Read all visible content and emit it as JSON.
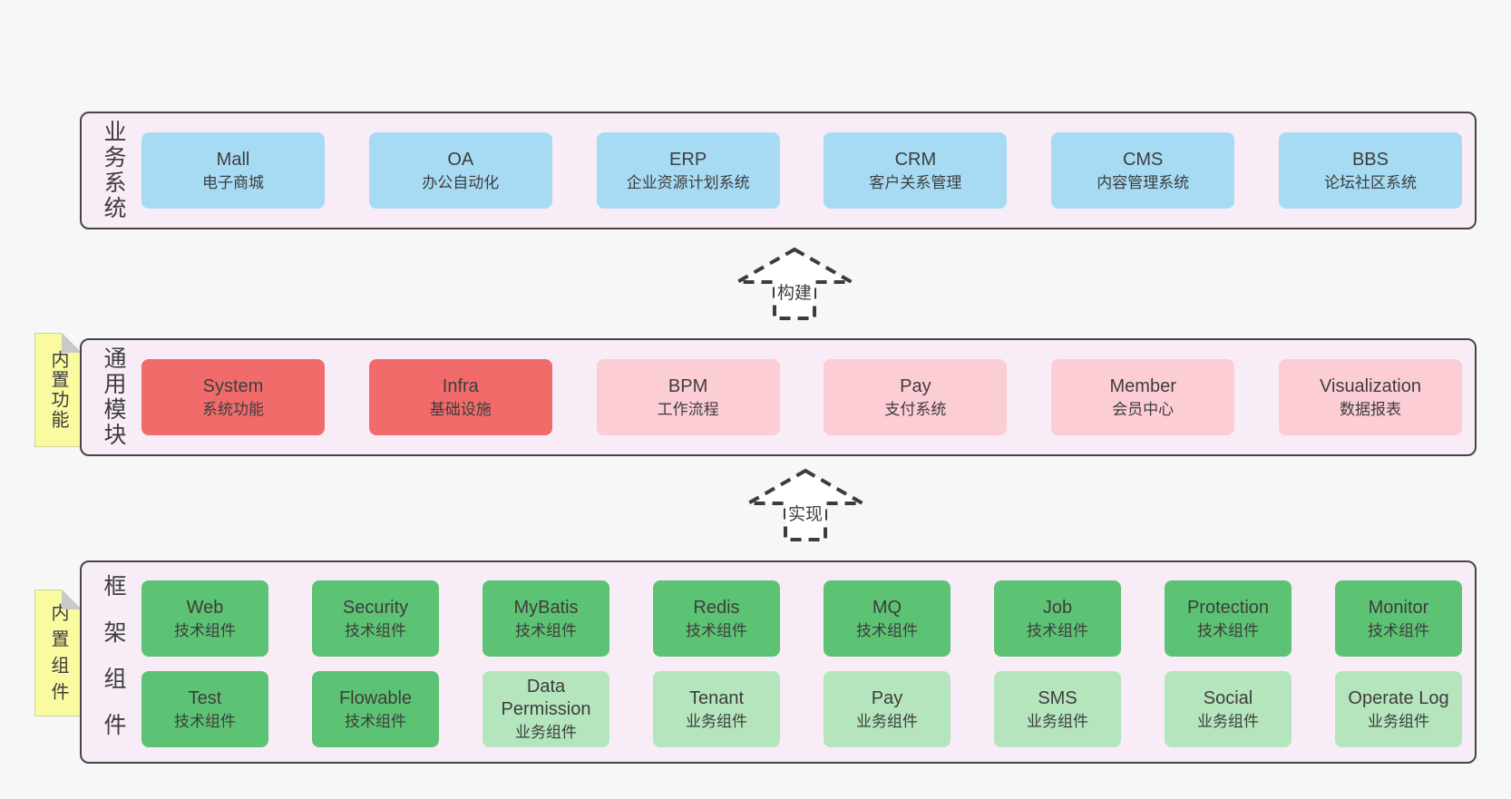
{
  "colors": {
    "page_bg": "#f7f7f7",
    "band_fill": "#f8ecf6",
    "band_border": "#454545",
    "blue_node": "#a7dbf4",
    "red_node": "#f16b6b",
    "pink_node": "#fccdd4",
    "green_node": "#5dc374",
    "green_light_node": "#b4e5bd",
    "note_yellow": "#fafaa0",
    "text": "#3d3d3d"
  },
  "bands": [
    {
      "label": "业务系统",
      "boxes": [
        {
          "title": "Mall",
          "subtitle": "电子商城"
        },
        {
          "title": "OA",
          "subtitle": "办公自动化"
        },
        {
          "title": "ERP",
          "subtitle": "企业资源计划系统"
        },
        {
          "title": "CRM",
          "subtitle": "客户关系管理"
        },
        {
          "title": "CMS",
          "subtitle": "内容管理系统"
        },
        {
          "title": "BBS",
          "subtitle": "论坛社区系统"
        }
      ]
    },
    {
      "label": "通用模块",
      "note": "内置功能",
      "boxes": [
        {
          "title": "System",
          "subtitle": "系统功能"
        },
        {
          "title": "Infra",
          "subtitle": "基础设施"
        },
        {
          "title": "BPM",
          "subtitle": "工作流程"
        },
        {
          "title": "Pay",
          "subtitle": "支付系统"
        },
        {
          "title": "Member",
          "subtitle": "会员中心"
        },
        {
          "title": "Visualization",
          "subtitle": "数据报表"
        }
      ]
    },
    {
      "label": "框架组件",
      "note": "内置组件",
      "rows": [
        [
          {
            "title": "Web",
            "subtitle": "技术组件"
          },
          {
            "title": "Security",
            "subtitle": "技术组件"
          },
          {
            "title": "MyBatis",
            "subtitle": "技术组件"
          },
          {
            "title": "Redis",
            "subtitle": "技术组件"
          },
          {
            "title": "MQ",
            "subtitle": "技术组件"
          },
          {
            "title": "Job",
            "subtitle": "技术组件"
          },
          {
            "title": "Protection",
            "subtitle": "技术组件"
          },
          {
            "title": "Monitor",
            "subtitle": "技术组件"
          }
        ],
        [
          {
            "title": "Test",
            "subtitle": "技术组件"
          },
          {
            "title": "Flowable",
            "subtitle": "技术组件"
          },
          {
            "title": "Data Permission",
            "subtitle": "业务组件"
          },
          {
            "title": "Tenant",
            "subtitle": "业务组件"
          },
          {
            "title": "Pay",
            "subtitle": "业务组件"
          },
          {
            "title": "SMS",
            "subtitle": "业务组件"
          },
          {
            "title": "Social",
            "subtitle": "业务组件"
          },
          {
            "title": "Operate Log",
            "subtitle": "业务组件"
          }
        ]
      ]
    }
  ],
  "arrows": [
    {
      "label": "构建"
    },
    {
      "label": "实现"
    }
  ]
}
